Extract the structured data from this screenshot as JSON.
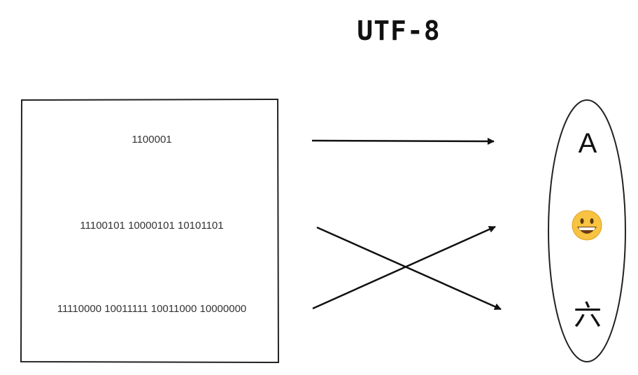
{
  "title": "UTF-8",
  "bytes": [
    "1100001",
    "11100101 10000101 10101101",
    "11110000 10011111 10011000 10000000"
  ],
  "characters": {
    "a": "A",
    "emoji_icon": "grinning-face-emoji",
    "cjk": "六"
  }
}
